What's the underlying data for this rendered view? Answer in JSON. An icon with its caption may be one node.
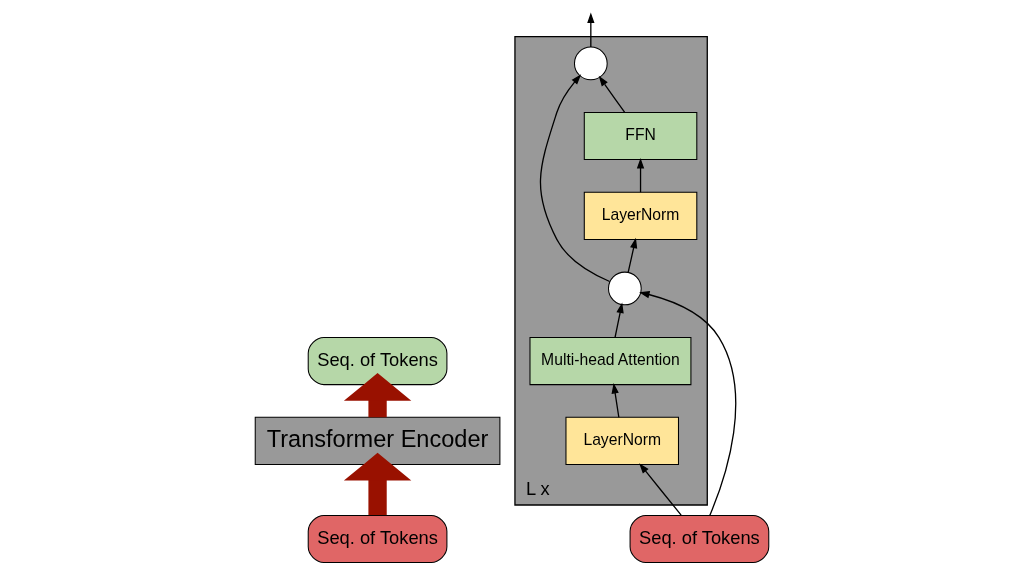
{
  "diagram": {
    "nodes": [
      {
        "text": [
          "Seq. of Tokens"
        ]
      },
      {
        "text": [
          "Transformer Encoder"
        ]
      },
      {
        "text": [
          "Seq. of Tokens"
        ]
      },
      {
        "text": [
          "L x"
        ]
      },
      {
        "text": [],
        "shape": "circle",
        "in": 3
      },
      {
        "text": [
          "FFN"
        ],
        "in": 3
      },
      {
        "text": [
          "LayerNorm"
        ],
        "in": 3
      },
      {
        "text": [],
        "shape": "circle",
        "in": 3
      },
      {
        "text": [
          "Multi-head Attention"
        ],
        "in": 3
      },
      {
        "text": [
          "LayerNorm"
        ],
        "in": 3
      },
      {
        "text": [
          "Seq. of Tokens"
        ]
      }
    ],
    "edges": [
      {
        "from": 2,
        "to": 1,
        "arrow": "to",
        "style": "thick",
        "color": "#991100"
      },
      {
        "from": 1,
        "to": 0,
        "arrow": "to",
        "style": "thick",
        "color": "#991100"
      },
      {
        "from": 10,
        "to": 9,
        "arrow": "to"
      },
      {
        "from": 9,
        "to": 8,
        "arrow": "to"
      },
      {
        "from": 8,
        "to": 7,
        "arrow": "to"
      },
      {
        "from": 7,
        "to": 6,
        "arrow": "to"
      },
      {
        "from": 6,
        "to": 5,
        "arrow": "to"
      },
      {
        "from": 5,
        "to": 4,
        "arrow": "to"
      },
      {
        "from": 4,
        "to": null,
        "arrow": "to"
      },
      {
        "from": 10,
        "to": 7,
        "arrow": "to"
      },
      {
        "from": 7,
        "to": 4,
        "arrow": "to"
      }
    ]
  }
}
